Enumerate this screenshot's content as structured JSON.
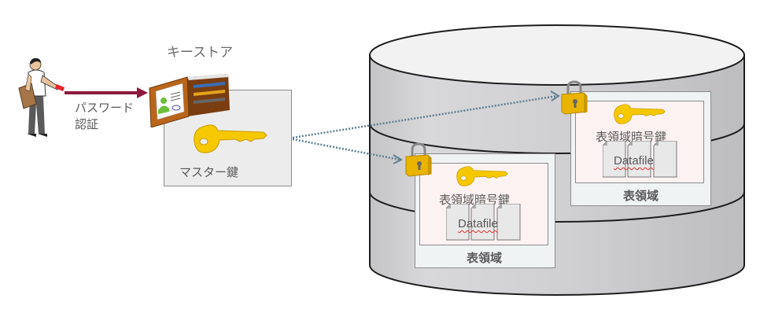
{
  "user": {
    "icon": "person-with-card-icon",
    "arrow_label_line1": "パスワード",
    "arrow_label_line2": "認証"
  },
  "keystore": {
    "title": "キーストア",
    "wallet_icon": "wallet-icon",
    "key_icon": "key-icon",
    "master_key_label": "マスター鍵"
  },
  "database": {
    "icon": "database-cylinder",
    "tablespaces": [
      {
        "lock_icon": "padlock-icon",
        "key_icon": "key-icon",
        "key_label": "表領域暗号鍵",
        "datafile_label": "Datafile",
        "label": "表領域"
      },
      {
        "lock_icon": "padlock-icon",
        "key_icon": "key-icon",
        "key_label": "表領域暗号鍵",
        "datafile_label": "Datafile",
        "label": "表領域"
      }
    ]
  },
  "colors": {
    "auth_arrow": "#8b1a3c",
    "dotted_arrow": "#5f7f91",
    "key_gold": "#f5c800",
    "lock_gold": "#e8b400",
    "cylinder_top": "#f2f2f2",
    "cylinder_side": "#c9c9cb"
  }
}
